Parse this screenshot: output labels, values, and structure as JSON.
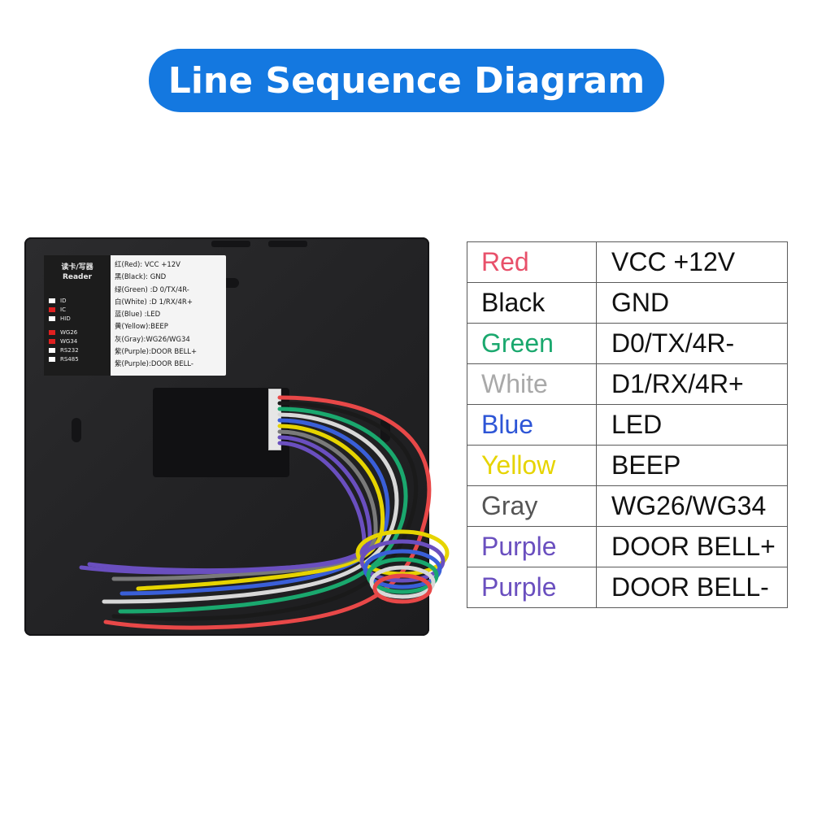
{
  "title": "Line Sequence Diagram",
  "sticker": {
    "header_cn": "读卡/写器",
    "header_en": "Reader",
    "options": [
      {
        "label": "ID",
        "checked": false
      },
      {
        "label": "IC",
        "checked": true
      },
      {
        "label": "HID",
        "checked": false
      },
      {
        "label": "WG26",
        "checked": true
      },
      {
        "label": "WG34",
        "checked": true
      },
      {
        "label": "RS232",
        "checked": false
      },
      {
        "label": "RS485",
        "checked": false
      }
    ],
    "lines": [
      "红(Red): VCC +12V",
      "黑(Black): GND",
      "绿(Green) :D 0/TX/4R-",
      "白(White) :D 1/RX/4R+",
      "蓝(Blue) :LED",
      "黄(Yellow):BEEP",
      "灰(Gray):WG26/WG34",
      "紫(Purple):DOOR BELL+",
      "紫(Purple):DOOR BELL-"
    ]
  },
  "wires": [
    {
      "color_name": "Red",
      "function": "VCC +12V",
      "hex": "#e84848"
    },
    {
      "color_name": "Black",
      "function": "GND",
      "hex": "#111111"
    },
    {
      "color_name": "Green",
      "function": "D0/TX/4R-",
      "hex": "#1aa86e"
    },
    {
      "color_name": "White",
      "function": "D1/RX/4R+",
      "hex": "#a9a9a9"
    },
    {
      "color_name": "Blue",
      "function": "LED",
      "hex": "#2d55d6"
    },
    {
      "color_name": "Yellow",
      "function": "BEEP",
      "hex": "#e6d400"
    },
    {
      "color_name": "Gray",
      "function": "WG26/WG34",
      "hex": "#555555"
    },
    {
      "color_name": "Purple",
      "function": "DOOR BELL+",
      "hex": "#6a4fbf"
    },
    {
      "color_name": "Purple",
      "function": "DOOR BELL-",
      "hex": "#6a4fbf"
    }
  ],
  "colors": {
    "title_bg": "#1478e0",
    "device_body": "#262628",
    "sticker_bg": "#f4f4f4",
    "wire_red": "#e84848",
    "wire_black": "#1a1a1a",
    "wire_green": "#1aa86e",
    "wire_white": "#d8d8d8",
    "wire_blue": "#3a5fd8",
    "wire_yellow": "#e6d400",
    "wire_gray": "#7a7a7a",
    "wire_purple": "#6a4fbf"
  }
}
